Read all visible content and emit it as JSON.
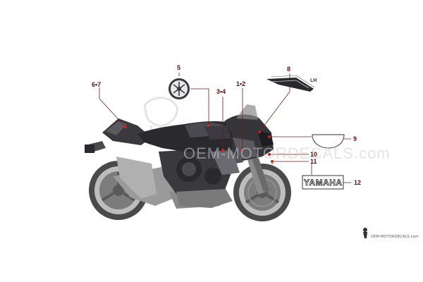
{
  "callouts": {
    "c5": "5",
    "c67": "6•7",
    "c34": "3•4",
    "c12": "1•2",
    "c8": "8",
    "c9": "9",
    "c10": "10",
    "c11": "11",
    "c12b": "12"
  },
  "side_label": "LH",
  "brand_decal": "YAMAHA",
  "watermark": "OEM-MOTORDECALS.com",
  "footer_site": "OEM-MOTORDECALS.com",
  "colors": {
    "callout_text": "#5a1010",
    "leader_line": "#7a1a1a",
    "marker": "#cc2222",
    "bike_body": "#2a2a2e",
    "bike_light": "#9a9a9a"
  }
}
